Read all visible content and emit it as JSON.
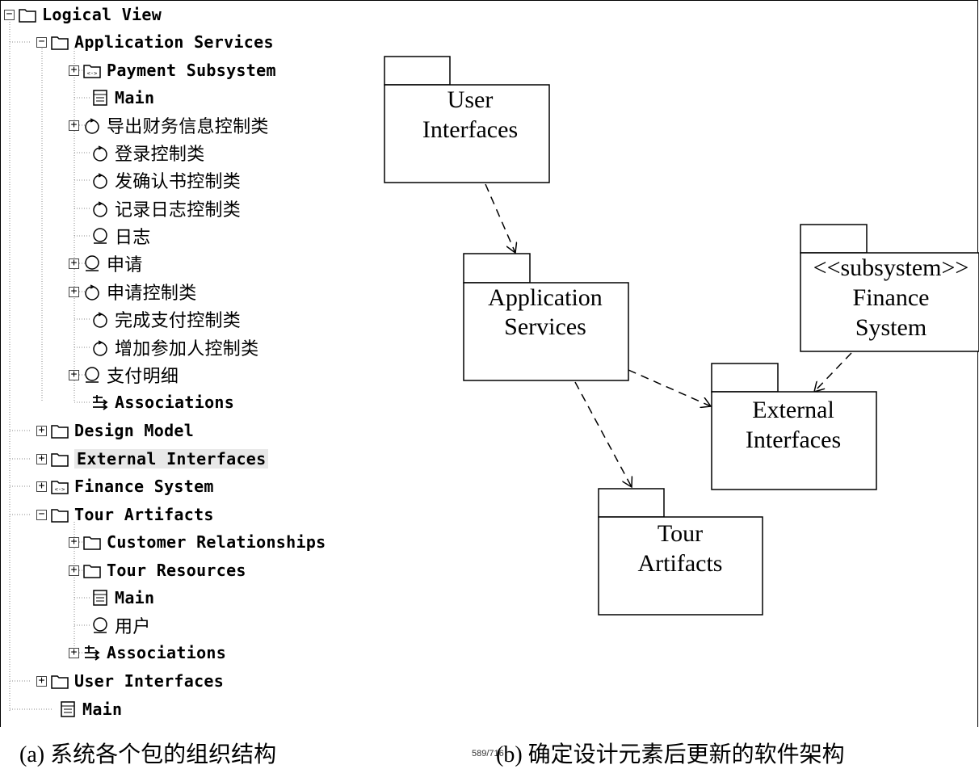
{
  "tree": {
    "root": "Logical View",
    "application_services": "Application Services",
    "payment_subsystem": "Payment Subsystem",
    "main1": "Main",
    "export_finance": "导出财务信息控制类",
    "login": "登录控制类",
    "send_confirm": "发确认书控制类",
    "log_ctrl": "记录日志控制类",
    "log": "日志",
    "apply": "申请",
    "apply_ctrl": "申请控制类",
    "complete_pay": "完成支付控制类",
    "add_participant": "增加参加人控制类",
    "pay_detail": "支付明细",
    "associations1": "Associations",
    "design_model": "Design Model",
    "external_interfaces": "External Interfaces",
    "finance_system": "Finance System",
    "tour_artifacts": "Tour Artifacts",
    "customer_relationships": "Customer Relationships",
    "tour_resources": "Tour Resources",
    "main2": "Main",
    "user": "用户",
    "associations2": "Associations",
    "user_interfaces": "User Interfaces",
    "main3": "Main"
  },
  "diagram": {
    "ui_line1": "User",
    "ui_line2": "Interfaces",
    "as_line1": "Application",
    "as_line2": "Services",
    "fs_stereotype": "<<subsystem>>",
    "fs_line1": "Finance",
    "fs_line2": "System",
    "ei_line1": "External",
    "ei_line2": "Interfaces",
    "ta_line1": "Tour",
    "ta_line2": "Artifacts"
  },
  "captions": {
    "left": "(a) 系统各个包的组织结构",
    "right": "(b) 确定设计元素后更新的软件架构",
    "page": "589/716"
  }
}
